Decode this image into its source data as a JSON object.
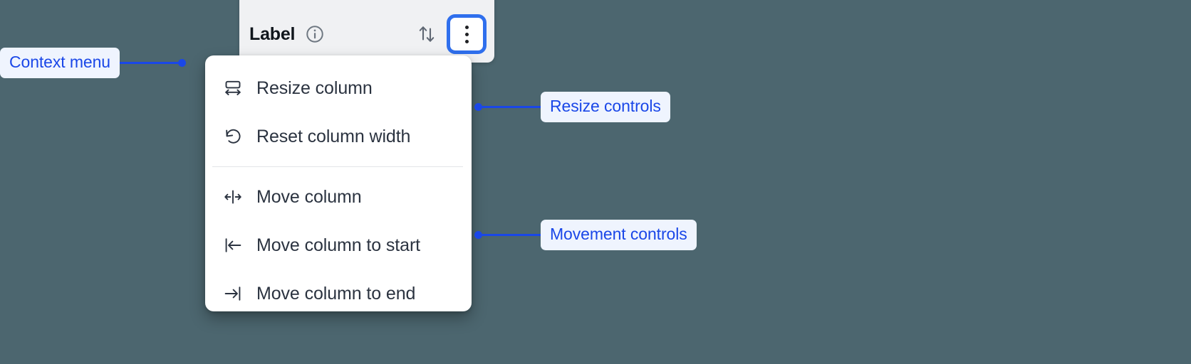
{
  "colors": {
    "background": "#4c666f",
    "header_card_bg": "#f0f1f3",
    "menu_bg": "#ffffff",
    "accent_blue": "#1a47e8",
    "focus_ring": "#2f6fed",
    "pill_bg": "#eff4fe",
    "menu_text": "#2b3340",
    "divider": "#e3e5e8"
  },
  "header": {
    "label": "Label",
    "info_icon": "info-circle-icon",
    "sort_icon": "sort-up-down-icon",
    "menu_button_icon": "kebab-menu-icon",
    "menu_button_focused": true
  },
  "context_menu": {
    "groups": [
      {
        "name": "resize-controls",
        "items": [
          {
            "label": "Resize column",
            "icon": "resize-column-icon"
          },
          {
            "label": "Reset column width",
            "icon": "reset-width-icon"
          }
        ]
      },
      {
        "name": "movement-controls",
        "items": [
          {
            "label": "Move column",
            "icon": "move-column-icon"
          },
          {
            "label": "Move column to start",
            "icon": "move-to-start-icon"
          },
          {
            "label": "Move column to end",
            "icon": "move-to-end-icon"
          }
        ]
      }
    ]
  },
  "annotations": [
    {
      "id": "context",
      "label": "Context menu",
      "side": "left"
    },
    {
      "id": "resize",
      "label": "Resize controls",
      "side": "right"
    },
    {
      "id": "movement",
      "label": "Movement controls",
      "side": "right"
    }
  ]
}
